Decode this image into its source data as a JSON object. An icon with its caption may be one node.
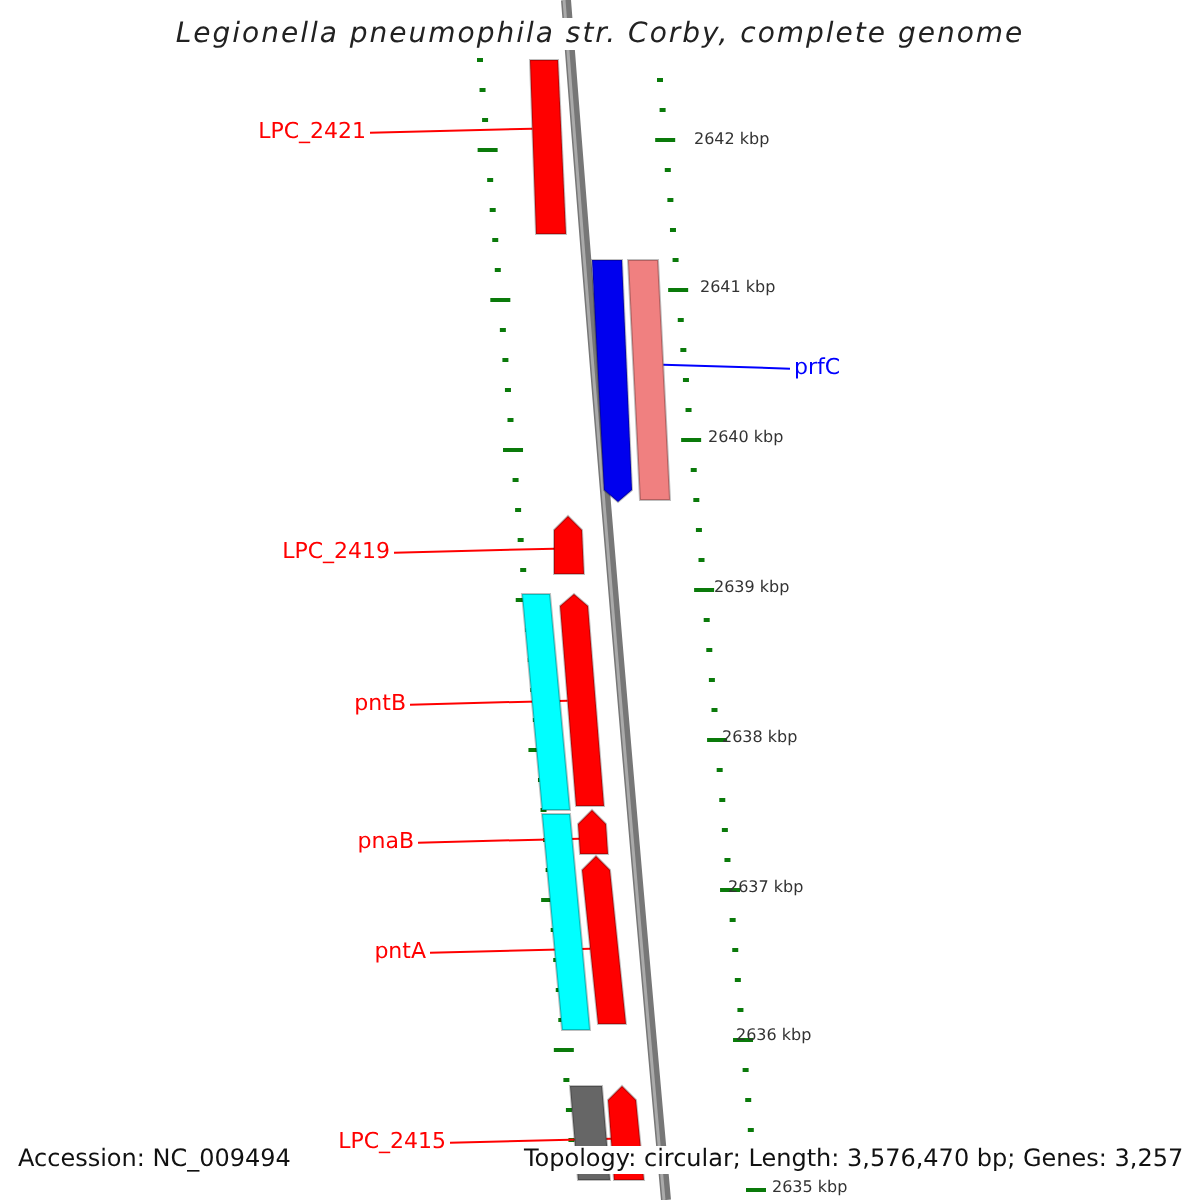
{
  "diagram": {
    "title": "Legionella pneumophila str. Corby, complete genome",
    "nodes": [
      {
        "text": [
          "LPC_2421"
        ]
      },
      {
        "text": [],
        "shape": "bar"
      },
      {
        "text": [],
        "shape": "bar"
      },
      {
        "text": [
          "prfC"
        ]
      },
      {
        "text": [],
        "shape": "bar"
      },
      {
        "text": [
          "LPC_2419"
        ]
      },
      {
        "text": [],
        "shape": "bar"
      },
      {
        "text": [],
        "shape": "bar"
      },
      {
        "text": [
          "pntB"
        ]
      },
      {
        "text": [],
        "shape": "bar"
      },
      {
        "text": [
          "pnaB"
        ]
      },
      {
        "text": [],
        "shape": "bar"
      },
      {
        "text": [],
        "shape": "bar"
      },
      {
        "text": [
          "pntA"
        ]
      },
      {
        "text": [],
        "shape": "bar"
      },
      {
        "text": [
          "LPC_2415"
        ]
      },
      {
        "text": [],
        "shape": "bar"
      },
      {
        "text": [],
        "shape": "bar"
      }
    ],
    "edges": [
      {
        "from": 0,
        "to": 1,
        "arrow": "none"
      },
      {
        "from": 3,
        "to": 4,
        "arrow": "none",
        "color": "#0000ff"
      },
      {
        "from": 5,
        "to": 6,
        "arrow": "none"
      },
      {
        "from": 8,
        "to": 9,
        "arrow": "none"
      },
      {
        "from": 10,
        "to": 11,
        "arrow": "none"
      },
      {
        "from": 13,
        "to": 14,
        "arrow": "none"
      },
      {
        "from": 15,
        "to": 17,
        "arrow": "none"
      }
    ],
    "labels": [
      "2642 kbp",
      "2641 kbp",
      "2640 kbp",
      "2639 kbp",
      "2638 kbp",
      "2637 kbp",
      "2636 kbp",
      "Accession: NC_009494",
      "Topology: circular; Length: 3,576,470 bp; Genes: 3,257",
      "2635 kbp"
    ]
  }
}
